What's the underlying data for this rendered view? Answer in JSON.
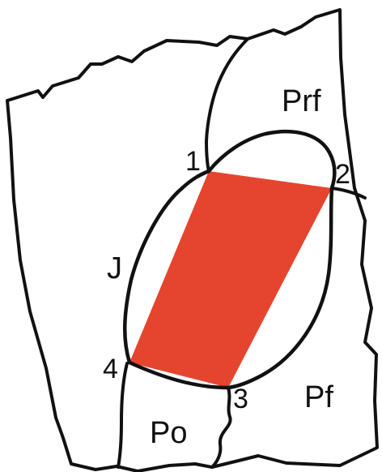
{
  "colors": {
    "quad_fill": "#e5452e",
    "stroke": "#111111",
    "background": "#ffffff"
  },
  "regions": {
    "prf": "Prf",
    "j": "J",
    "pf": "Pf",
    "po": "Po"
  },
  "landmarks": {
    "p1": "1",
    "p2": "2",
    "p3": "3",
    "p4": "4"
  }
}
